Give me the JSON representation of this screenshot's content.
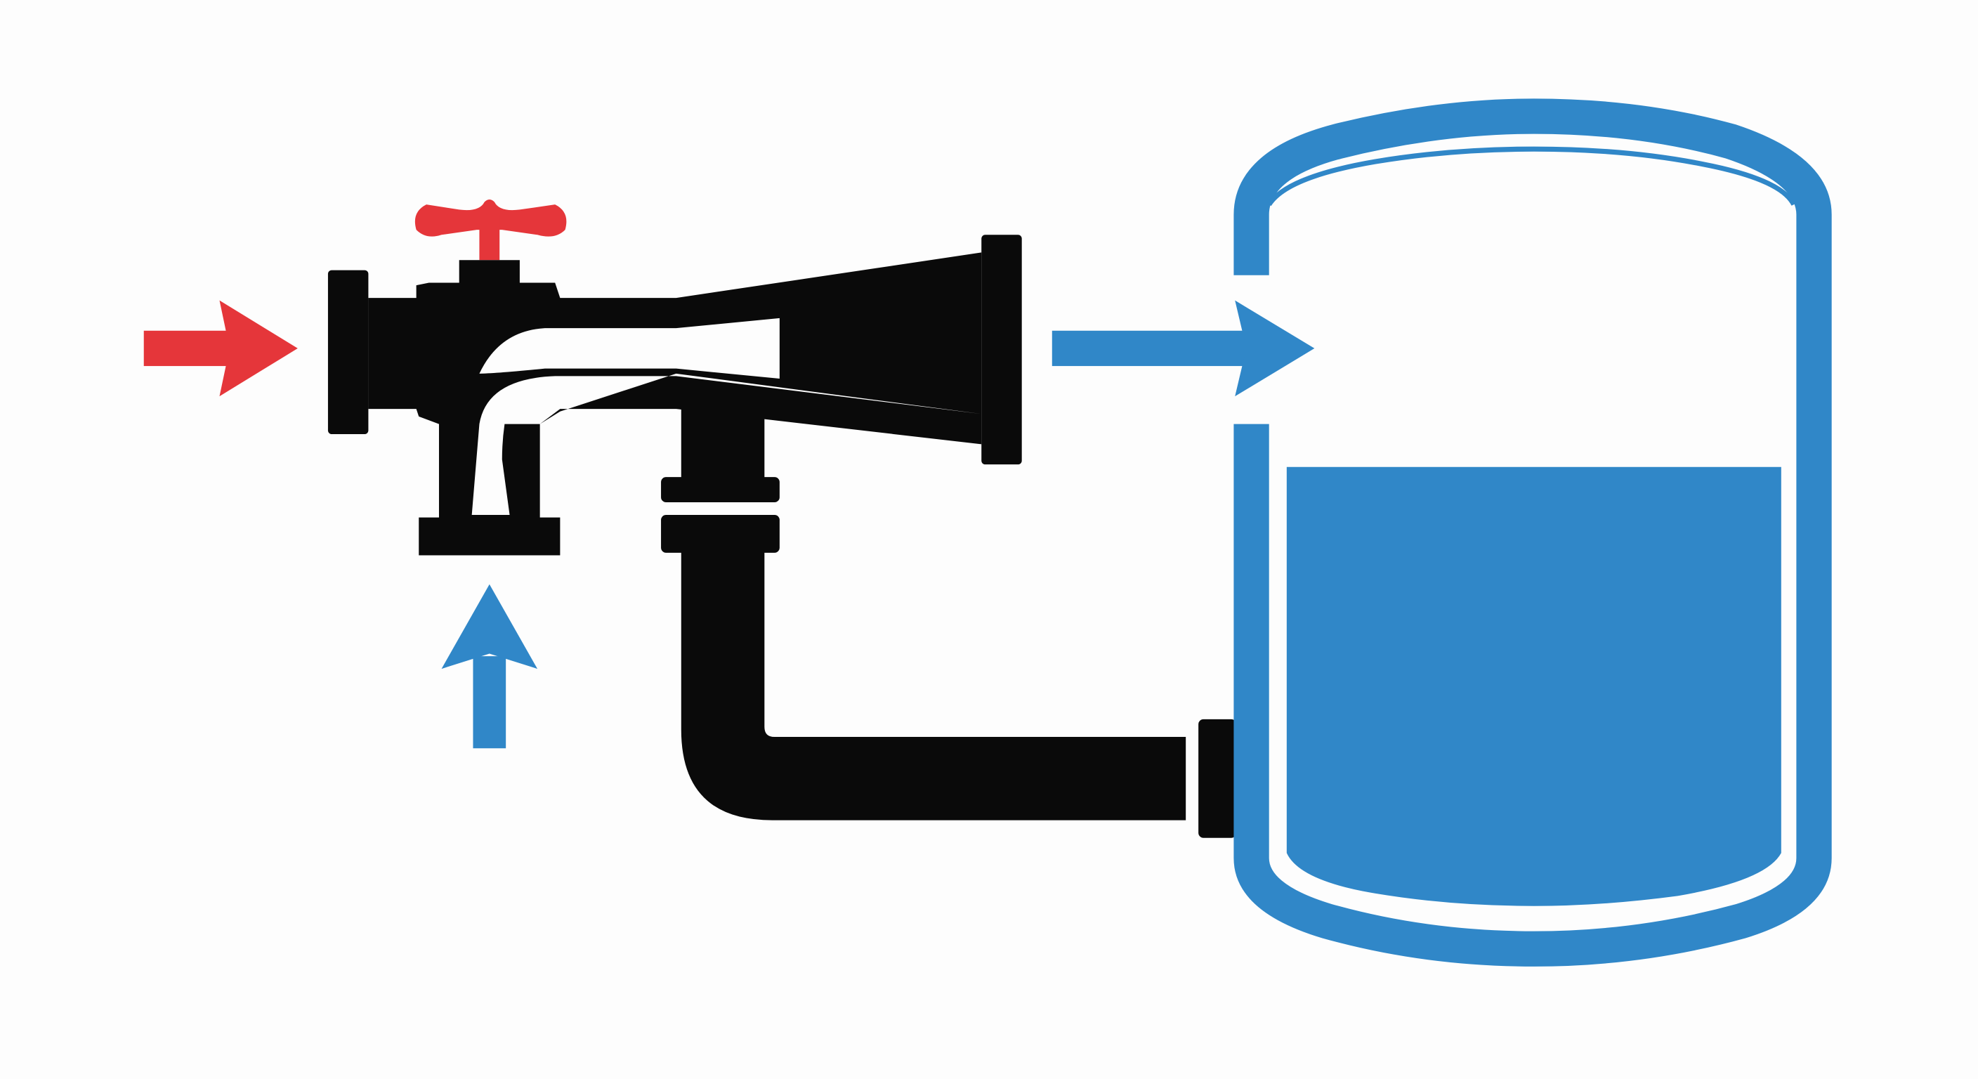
{
  "diagram": {
    "colors": {
      "background": "#fdfdfd",
      "pipe": "#0a0a0a",
      "water": "#3087c8",
      "motive_arrow": "#e5363a",
      "valve_handle": "#e5363a",
      "suction_arrow": "#3087c8",
      "discharge_arrow": "#3087c8"
    },
    "components": {
      "motive_inlet_arrow": "arrow-right-icon",
      "valve": "valve-handle-icon",
      "jet_pump": "ejector-body",
      "suction_inlet_arrow": "arrow-up-icon",
      "discharge_arrow": "arrow-right-icon",
      "tank": "storage-tank",
      "return_pipe": "elbow-pipe"
    },
    "tank_fill_level": 0.62
  }
}
